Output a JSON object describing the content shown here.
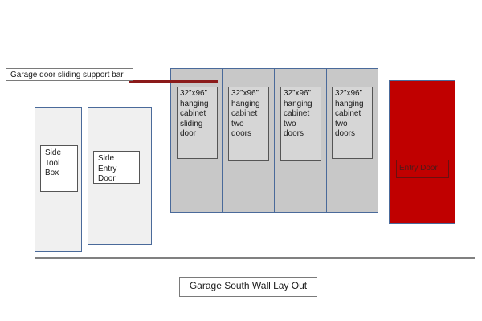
{
  "title": "Garage South Wall Lay Out",
  "support_bar": {
    "label": "Garage door sliding support bar"
  },
  "side_tool_box": {
    "label": "Side\nTool\nBox"
  },
  "side_entry_door": {
    "label": "Side Entry\nDoor"
  },
  "cabinets": [
    {
      "label": "32”x96”\nhanging\ncabinet\nsliding\ndoor"
    },
    {
      "label": "32”x96”\nhanging\ncabinet\ntwo\ndoors"
    },
    {
      "label": "32”x96”\nhanging\ncabinet\ntwo\ndoors"
    },
    {
      "label": "32”x96”\nhanging\ncabinet\ntwo\ndoors"
    }
  ],
  "entry_door": {
    "label": "Entry Door",
    "color": "#c00000"
  },
  "colors": {
    "panel_border": "#4a6a9a",
    "cabinet_fill": "#c8c8c8",
    "support_bar": "#8b1a1a",
    "floor_line": "#808080"
  }
}
